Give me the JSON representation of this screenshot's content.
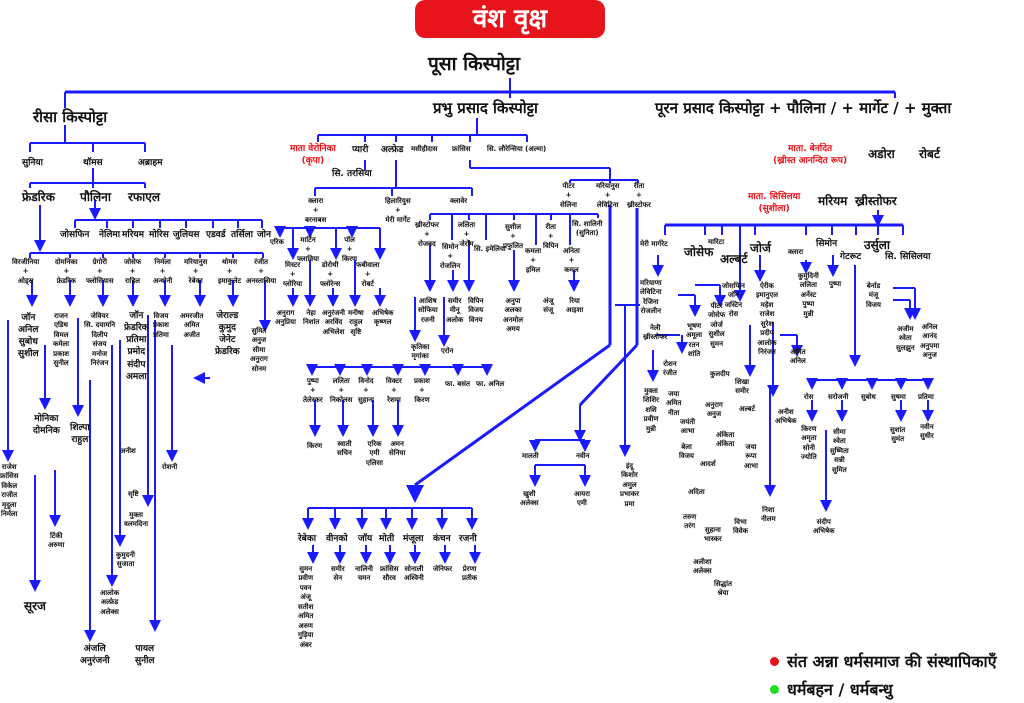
{
  "title": "वंश वृक्ष",
  "colors": {
    "line": "#1a1aff",
    "founder": "#e8141b",
    "legend_green": "#22dd22",
    "banner": "#e8141b"
  },
  "legend": [
    {
      "color": "#e8141b",
      "label": "संत अन्ना धर्मसमाज की संस्थापिकाएँ"
    },
    {
      "color": "#22dd22",
      "label": "धर्मबहन / धर्मबन्धु"
    }
  ],
  "people": [
    "पूसा किस्पोट्टा",
    "रीसा किस्पोट्टा",
    "प्रभु प्रसाद किस्पोट्टा",
    "पूरन प्रसाद किस्पोट्टा + पौलिना / + मार्गेट / + मुक्ता",
    "सुनिया",
    "थॉमस",
    "अब्राहम",
    "फ्रेडरिक",
    "पौलिना",
    "रफाएल",
    "जोसफिन",
    "नेलिमा",
    "मरियम",
    "मोरिस",
    "जुलियस",
    "एडवर्ड",
    "तर्सिला",
    "जोन",
    "विरजीनिया\n+\nओड्स",
    "दोमनिका\n+\nफ्रेडरिक",
    "ग्रेगोरी\n+\nफ्लोसियास",
    "जोसेफ\n+\nराहिल",
    "निर्मला\n+\nअन्थोनी",
    "मरियानुस\n+\nरेबेका",
    "थोमस\n+\nइमाकुलेट",
    "रंजीत\n+\nअनस्तासिया",
    "जॉन\nअनिल\nसुबोध\nसुशील",
    "राजन\nएडिथ\nविमल\nकमेला\nप्रकाश\nसुनील",
    "जेवियर\nसि. दयामनि\nदिलीप\nसंजय\nमनोज\nनिरंजन",
    "जॉन\nफ्रेडरिक\nप्रतिमा\nप्रमोद\nसंदीप\nअमला",
    "विजय\nप्रकाश\nप्रतिमा",
    "अमरजीत\nअमित\nअजीत",
    "जेराल्ड\nकुमुद\nजेनेट\nफ्रेडरिक",
    "सुमित\nअनुज\nसीमा\nअनुराग\nसोनम",
    "मोनिका\nदोमनिक",
    "शिल्पा\nराहुल",
    "अनीश",
    "रोशनी",
    "राजेश\nफ्रांसिस\nविकेल\nराजीत\nमृदुला\nनिर्मला",
    "टिंकी\nअरुणा",
    "सृष्टि",
    "मुक्ता\nवलमदिना",
    "कुमुदनी\nसुजाता",
    "आलोक\nअल्फ्रेड\nअलेक्स",
    "सूरज",
    "अंजलि\nअनुरंजनी",
    "पायल\nसुनील",
    "माता वेरोनिका\n(कृपा)",
    "प्यारी",
    "अल्फ्रेड",
    "मसीहीदास",
    "फ्रांसिस",
    "सि. लौरेन्सिया (अल्मा)",
    "सि. तरसिया",
    "क्लारा\n+\nबरनाबस",
    "हिलारियुस\n+\nमेरी मार्गेट",
    "क्लावेर",
    "एरिक",
    "मार्टिन\n+\nफ्लाविया",
    "मिस्टर\n+\nग्लोरिया",
    "डोरोथी\n+\nफ्लोरेन्स",
    "पॉल\n+\nकिरण",
    "फबीवाला\n+\nरोबर्ट",
    "अनुराग\nअनुप्रिया",
    "नेहा\nनिशांत",
    "अनुरंजनी\nअरविंद\nअभिलेश",
    "मनीषा\nराहुल\nसृष्टि",
    "अभिषेक\nकृष्णल",
    "ख्रीस्टोफर\n+\nरोजबद",
    "ललिता\n+\nजेरोम",
    "सिमोन\n+\nरोजलिन",
    "सि. इमेलिया",
    "सुशील\n+\nप्रफुलित",
    "कमला\n+\nइमिल",
    "रीता\n+\nविपिन",
    "अनिता\n+\nकमल",
    "सि. शालिनी\n(सुनिता)",
    "आशिष\nसोफिया\nरजनी",
    "समीर\nमीनू\nअलोक",
    "विपिन\nविजय\nविनय",
    "अनुपा\nअलका\nअनमोल\nअमय",
    "अंजू\nसंजू",
    "रिया\nआइशा",
    "कृतिका\nमृगांका",
    "एरोन",
    "पुष्पा\n+\nतेलेस्कर",
    "ललिता\n+\nनिकोलस",
    "विनोद\n+\nसुहाना",
    "विक्टर\n+\nरेशमा",
    "प्रकाश\n+\nकिरण",
    "फा. बसंत",
    "फा. अनिल",
    "किरण",
    "स्वाती\nसचिन",
    "एरिक\nएमी\nएलिसा",
    "अमन\nसेनिया",
    "पीटर\n+\nसेलिना",
    "मरियानुस\n+\nलेविटिना",
    "रीता\n+\nख्रीस्टोफर",
    "रेबेका",
    "वीनको",
    "जॉय",
    "मोती",
    "मंजूला",
    "कंचन",
    "रजनी",
    "सुमन\nप्रवीण\nपवन\nअंजू\nसतीश\nअमित\nअरुण\nगुड़िया\nअंबर",
    "समीर\nसेन",
    "नालिनी\nचमन",
    "फ्रांसिस\nसौरव",
    "सोनाली\nअश्विनी",
    "जेनिफर",
    "प्रेरणा\nप्रतीक",
    "मालती",
    "नवीन",
    "खुशी\nअलेक्स",
    "आयरा\nएमी",
    "इंदू\nकिशोर\nअमुल\nप्रभाकर\nप्रमा",
    "माता. बेर्नादेत\n(ख्रीस्त आनन्दित रूप)",
    "अडोरा",
    "रोबर्ट",
    "माता. सिसिलया\n(सुशीला)",
    "मरियम",
    "ख्रीस्तोफर",
    "मेरी मार्गरेट",
    "जोसेफ",
    "मारिटा",
    "अल्बर्ट",
    "जोर्ज",
    "क्लारा",
    "सिमोन",
    "गेटरूट",
    "उर्सुला",
    "सि. सिसिलया",
    "मरियाणा\nलेविटिना\nरेजिना\nरोजलीन",
    "पीटर\nजोसेफ\nजोर्ज\nसुशील\nसुमन",
    "जोसफिन\nजॉन\nजस्टिन\nरोस",
    "ऐरीक\nइमानुएल\nमहेश\nराजेश\nसुरेश\nप्रदीप\nआलोक\nनिरंजन",
    "कुमुदिनी\nललिता\nअर्नेस्ट\nपुष्पा\nमुन्नी",
    "पुष्पा",
    "बेर्नाड\nमंजू\nविजय",
    "नेली\nख्रीस्तोफर",
    "भूषण\nअमूला\nरतन\nशांति",
    "रोशन\nरंजीत",
    "मुक्ता\nशिशिर\nशशि\nप्रवीण\nमुन्नी",
    "जया\nअमित\nनीता",
    "कुलदीप",
    "शिखा\nसमीर",
    "अमित\nअनिल",
    "अजीम\nश्वेता\nसुलझुन",
    "अनिल\nआनंद\nअनुपमा\nअनुज",
    "अनुराग\nअनुज",
    "अल्बर्ट",
    "अनीश\nअभिषेक",
    "जयंती\nआभा",
    "अंकिता\nअंकिता",
    "जया\nरूपा\nआभा",
    "बेला\nविजय",
    "आदर्श",
    "अदिता",
    "तरुण\nतरंग",
    "सुहाना\nभास्कर",
    "विभा\nविवेक",
    "निशा\nनीलम",
    "अलीशा\nअलेक्स",
    "सिद्धांत\nश्रेया",
    "रोस",
    "सरोजनी",
    "सुबोध",
    "सुषमा",
    "प्रतिमा",
    "किरण\nअमृता\nसोनी\nज्योति",
    "सीमा\nश्वेता\nसुष्मिता\nसन्नी\nसुमित",
    "सुशांत\nसुमंत",
    "नवीन\nसुधीर",
    "संदीप\nअभिषेक"
  ]
}
